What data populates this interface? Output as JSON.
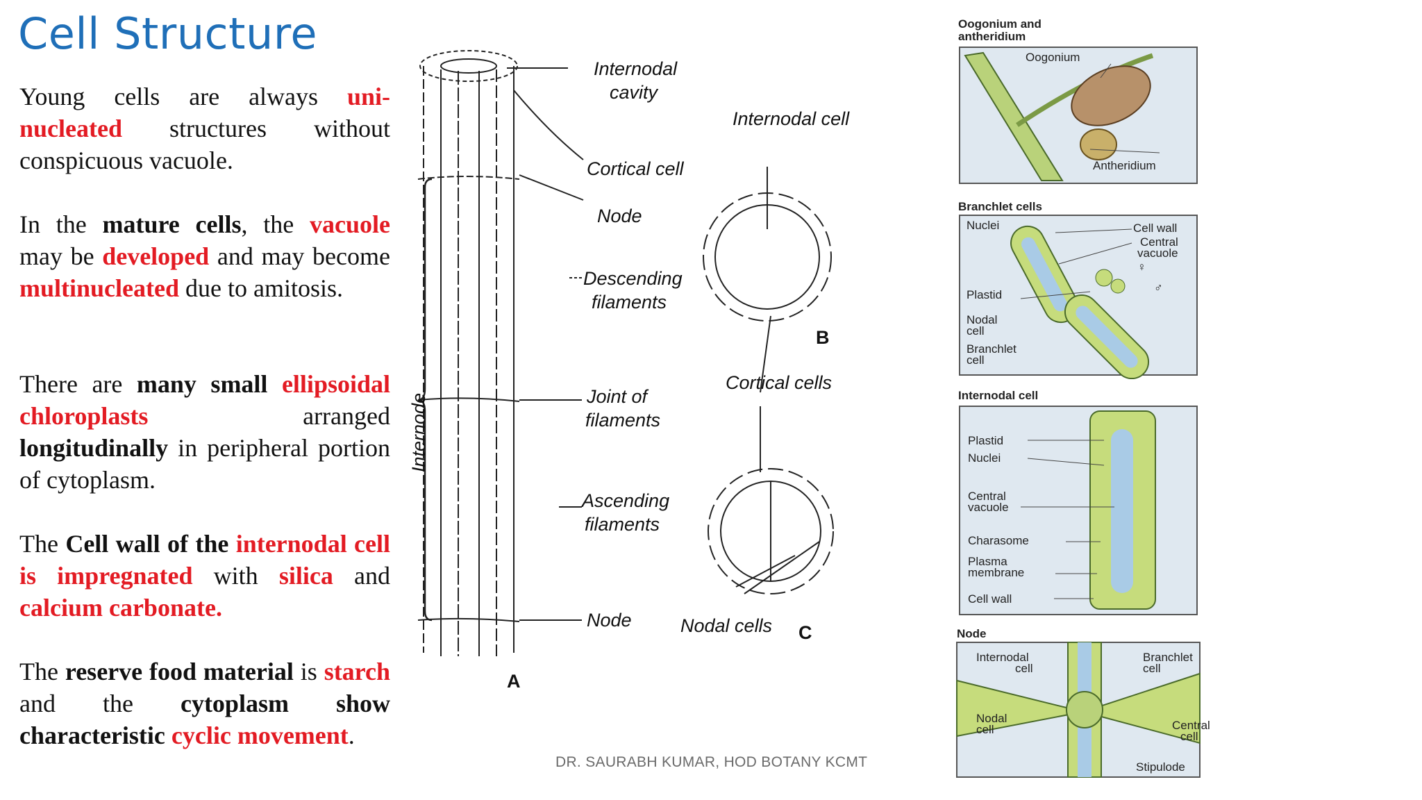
{
  "title": "Cell Structure",
  "paragraphs": {
    "p1": {
      "t1": "Young cells are always ",
      "t2": "uni-nucleated",
      "t3": " structures without conspicuous vacuole."
    },
    "p2": {
      "t1": " In the ",
      "t2": "mature cells",
      "t3": ", the ",
      "t4": "vacuole",
      "t5": " may be ",
      "t6": "developed",
      "t7": " and may become ",
      "t8": "multinucleated",
      "t9": " due to amitosis."
    },
    "p3": {
      "t1": "There are ",
      "t2": "many small",
      "t3": " ",
      "t4": "ellipsoidal chloroplasts",
      "t5": " arranged ",
      "t6": "longitudinally",
      "t7": " in peripheral portion of cytoplasm."
    },
    "p4": {
      "t1": "The ",
      "t2": "Cell wall of the",
      "t3": " ",
      "t4": "internodal cell is impregnated",
      "t5": " with ",
      "t6": "silica",
      "t7": " and ",
      "t8": "calcium carbonate."
    },
    "p5": {
      "t1": "The ",
      "t2": "reserve food material",
      "t3": " is ",
      "t4": "starch",
      "t5": " and the ",
      "t6": "cytoplasm show characteristic",
      "t7": " ",
      "t8": "cyclic movement",
      "t9": "."
    }
  },
  "footer": "DR. SAURABH KUMAR, HOD BOTANY KCMT",
  "diagram_a": {
    "internodal_cavity": [
      "Internodal",
      "cavity"
    ],
    "cortical_cell": "Cortical cell",
    "node_top": "Node",
    "descending": [
      "Descending",
      "filaments"
    ],
    "joint": [
      "Joint of",
      "filaments"
    ],
    "ascending": [
      "Ascending",
      "filaments"
    ],
    "node_bottom": "Node",
    "internode": "Internode",
    "letter": "A"
  },
  "diagram_bc": {
    "internodal_cell": "Internodal cell",
    "letter_b": "B",
    "cortical_cells": "Cortical cells",
    "nodal_cells": "Nodal cells",
    "letter_c": "C"
  },
  "right_panel": {
    "oogonium_heading": [
      "Oogonium and",
      "antheridium"
    ],
    "oogonium": "Oogonium",
    "antheridium": "Antheridium",
    "branchlet_heading": "Branchlet cells",
    "nuclei": "Nuclei",
    "cell_wall": "Cell wall",
    "central_vacuole": [
      "Central",
      "vacuole"
    ],
    "plastid": "Plastid",
    "nodal_cell": [
      "Nodal",
      "cell"
    ],
    "branchlet_cell": [
      "Branchlet",
      "cell"
    ],
    "female_symbol": "♀",
    "male_symbol": "♂",
    "internodal_heading": "Internodal cell",
    "i_plastid": "Plastid",
    "i_nuclei": "Nuclei",
    "i_central_vacuole": [
      "Central",
      "vacuole"
    ],
    "i_charasome": "Charasome",
    "i_plasma_membrane": [
      "Plasma",
      "membrane"
    ],
    "i_cell_wall": "Cell wall",
    "node_heading": "Node",
    "n_internodal_cell": [
      "Internodal",
      "cell"
    ],
    "n_branchlet_cell": [
      "Branchlet",
      "cell"
    ],
    "n_nodal_cell": [
      "Nodal",
      "cell"
    ],
    "n_central_cell": [
      "Central",
      "cell"
    ],
    "n_stipulode": "Stipulode"
  }
}
